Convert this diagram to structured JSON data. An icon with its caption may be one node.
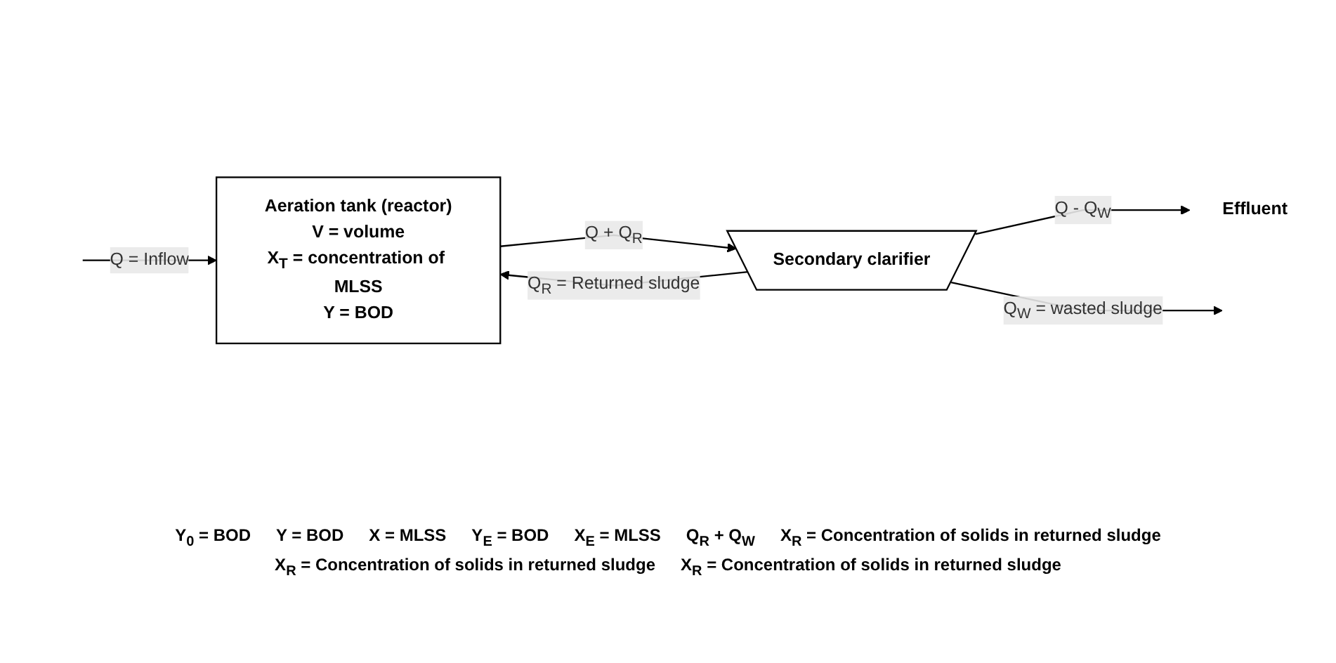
{
  "diagram": {
    "nodes": [
      {
        "text": [
          "Aeration tank (reactor)",
          "V = volume",
          "X$_{T}$ = concentration of MLSS",
          "Y = BOD"
        ]
      },
      {
        "text": [
          "Secondary clarifier"
        ]
      },
      {
        "text": [
          "Effluent"
        ]
      }
    ],
    "edges": [
      {
        "from": null,
        "to": 0,
        "arrow": "to",
        "label": "Q = Inflow"
      },
      {
        "from": 0,
        "to": 1,
        "arrow": "to",
        "label": "Q + Q$_{R}$"
      },
      {
        "from": 1,
        "to": 2,
        "arrow": "to",
        "label": "Q - Q$_{W}$"
      },
      {
        "from": 1,
        "to": 0,
        "arrow": "to",
        "label": "Q$_{R}$ = Returned sludge"
      },
      {
        "from": 1,
        "to": null,
        "arrow": "to",
        "label": "Q$_{W}$ = wasted sludge"
      }
    ],
    "labels": [
      "Y$_{0}$ = BOD",
      "Y = BOD",
      "X = MLSS",
      "Y$_{E}$ = BOD",
      "X$_{E}$ = MLSS",
      "Q$_{R}$ + Q$_{W}$",
      "X$_{R}$ = Concentration of solids in returned sludge",
      "X$_{R}$ = Concentration of solids in returned sludge",
      "X$_{R}$ = Concentration of solids in returned sludge"
    ]
  }
}
